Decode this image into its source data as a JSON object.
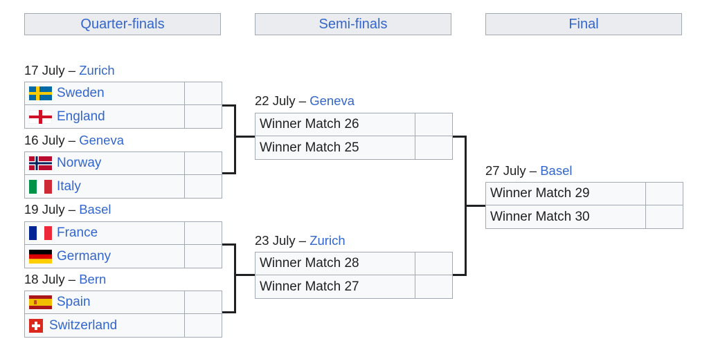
{
  "rounds": {
    "quarter": "Quarter-finals",
    "semi": "Semi-finals",
    "final": "Final"
  },
  "quarterfinals": [
    {
      "date": "17 July",
      "venue": "Zurich",
      "team1": {
        "name": "Sweden",
        "flag": "sweden-flag-icon",
        "score": ""
      },
      "team2": {
        "name": "England",
        "flag": "england-flag-icon",
        "score": ""
      }
    },
    {
      "date": "16 July",
      "venue": "Geneva",
      "team1": {
        "name": "Norway",
        "flag": "norway-flag-icon",
        "score": ""
      },
      "team2": {
        "name": "Italy",
        "flag": "italy-flag-icon",
        "score": ""
      }
    },
    {
      "date": "19 July",
      "venue": "Basel",
      "team1": {
        "name": "France",
        "flag": "france-flag-icon",
        "score": ""
      },
      "team2": {
        "name": "Germany",
        "flag": "germany-flag-icon",
        "score": ""
      }
    },
    {
      "date": "18 July",
      "venue": "Bern",
      "team1": {
        "name": "Spain",
        "flag": "spain-flag-icon",
        "score": ""
      },
      "team2": {
        "name": "Switzerland",
        "flag": "switzerland-flag-icon",
        "score": ""
      }
    }
  ],
  "semifinals": [
    {
      "date": "22 July",
      "venue": "Geneva",
      "team1": {
        "name": "Winner Match 26",
        "score": ""
      },
      "team2": {
        "name": "Winner Match 25",
        "score": ""
      }
    },
    {
      "date": "23 July",
      "venue": "Zurich",
      "team1": {
        "name": "Winner Match 28",
        "score": ""
      },
      "team2": {
        "name": "Winner Match 27",
        "score": ""
      }
    }
  ],
  "final": {
    "date": "27 July",
    "venue": "Basel",
    "team1": {
      "name": "Winner Match 29",
      "score": ""
    },
    "team2": {
      "name": "Winner Match 30",
      "score": ""
    }
  },
  "separator": " – ",
  "colors": {
    "link": "#3366cc",
    "cell_bg": "#f8f9fa",
    "header_bg": "#eaecf0",
    "border": "#a2a9b1"
  }
}
